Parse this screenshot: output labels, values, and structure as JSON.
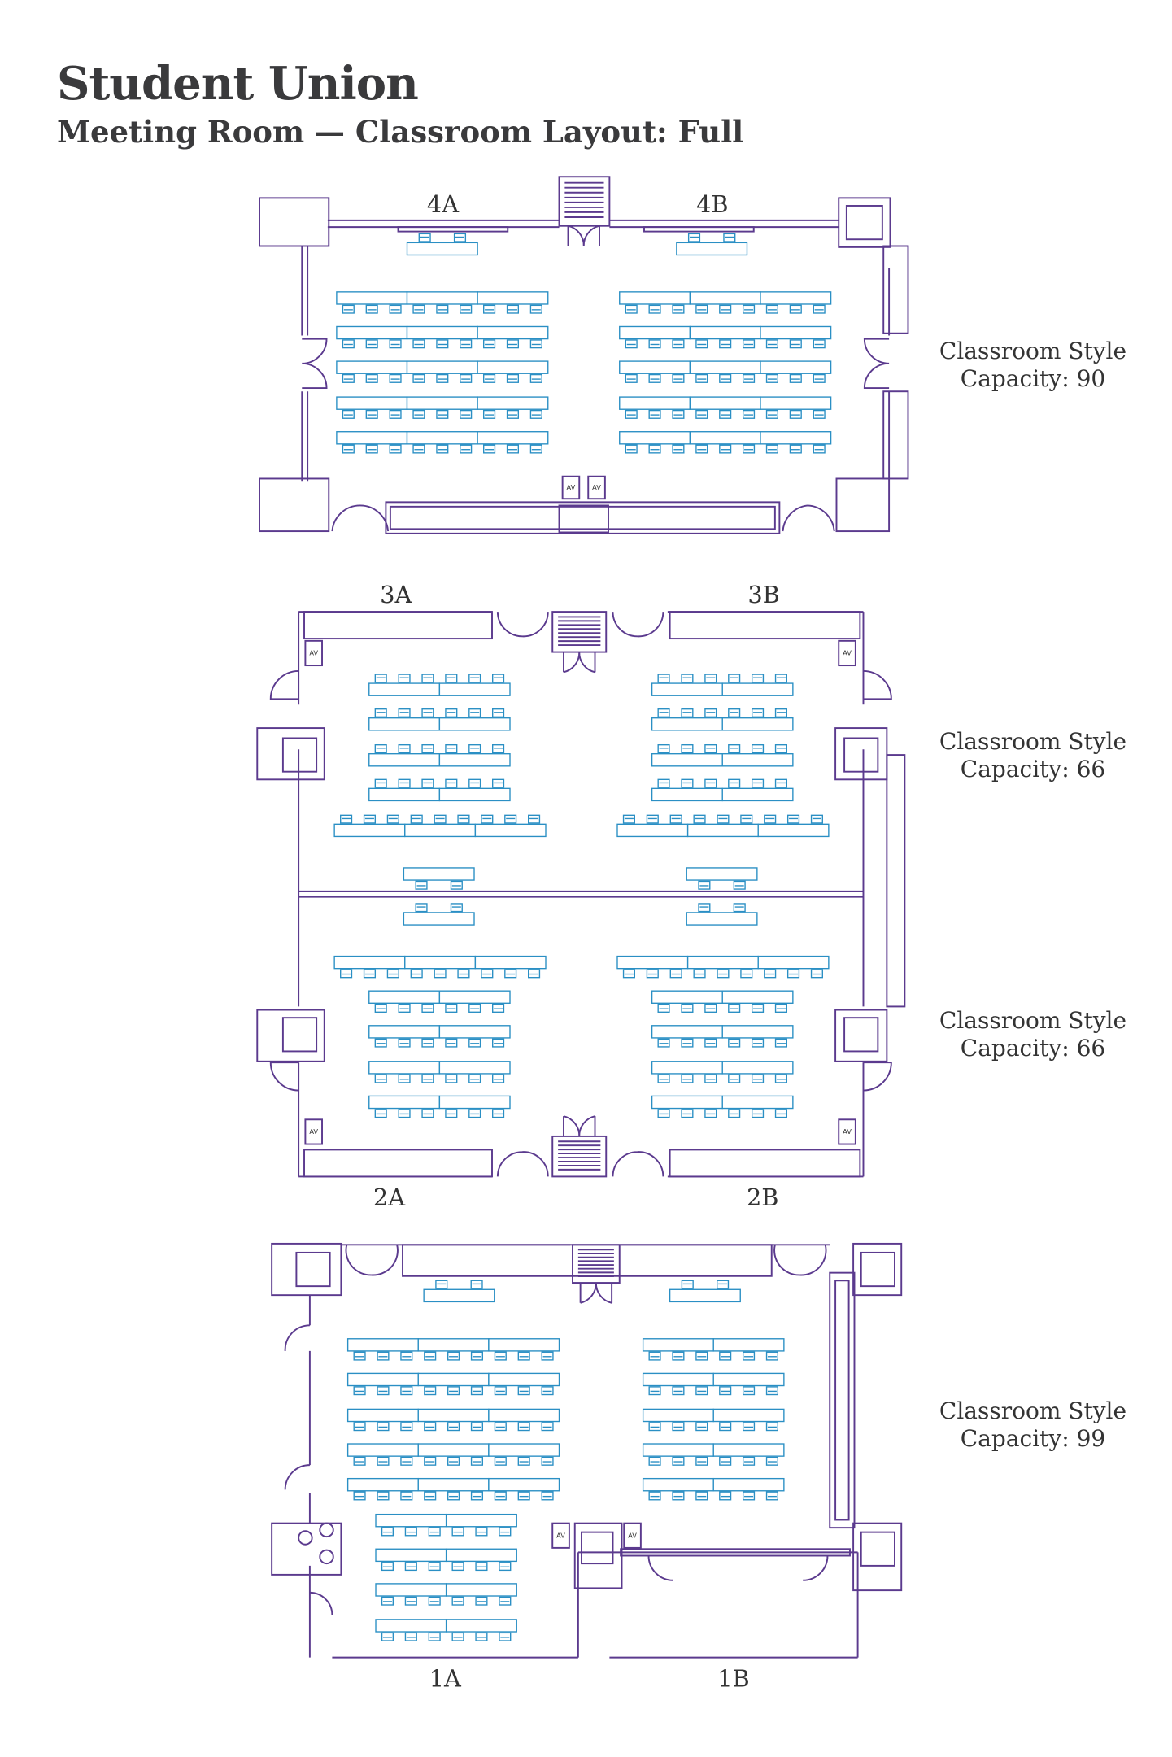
{
  "header": {
    "title": "Student Union",
    "subtitle": "Meeting Room —  Classroom Layout: Full"
  },
  "colors": {
    "walls": "#5b3a8e",
    "furniture": "#2a8fc4",
    "text": "#3a3a3c"
  },
  "rooms": [
    {
      "labels": [
        "4A",
        "4B"
      ],
      "style": "Classroom Style",
      "capacity": "Capacity: 90"
    },
    {
      "labels": [
        "3A",
        "3B"
      ],
      "style": "Classroom Style",
      "capacity": "Capacity: 66"
    },
    {
      "labels": [
        "2A",
        "2B"
      ],
      "style": "Classroom Style",
      "capacity": "Capacity: 66"
    },
    {
      "labels": [
        "1A",
        "1B"
      ],
      "style": "Classroom Style",
      "capacity": "Capacity: 99"
    }
  ],
  "av_label": "AV"
}
